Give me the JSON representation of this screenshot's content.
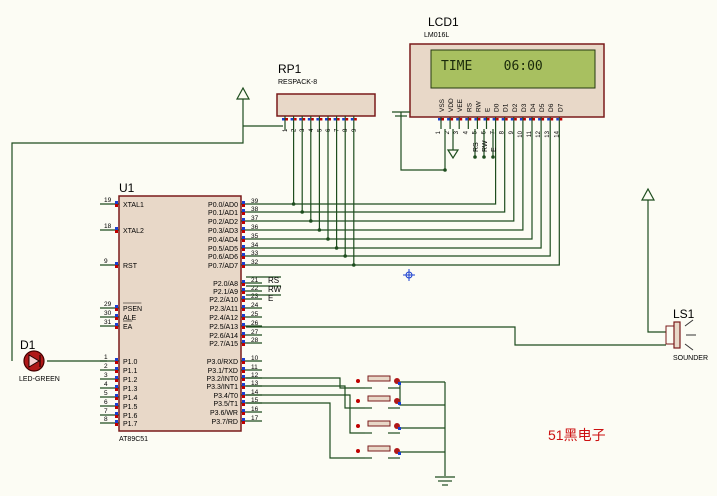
{
  "lcd": {
    "ref": "LCD1",
    "part": "LM016L",
    "display_text": "TIME    06:00",
    "pin_names": [
      "VSS",
      "VDD",
      "VEE",
      "RS",
      "RW",
      "E",
      "D0",
      "D1",
      "D2",
      "D3",
      "D4",
      "D5",
      "D6",
      "D7"
    ],
    "pin_numbers": [
      "1",
      "2",
      "3",
      "4",
      "5",
      "6",
      "7",
      "8",
      "9",
      "10",
      "11",
      "12",
      "13",
      "14"
    ],
    "bus_labels": [
      "RS",
      "RW",
      "E"
    ]
  },
  "rp": {
    "ref": "RP1",
    "part": "RESPACK-8",
    "pin_numbers": [
      "1",
      "2",
      "3",
      "4",
      "5",
      "6",
      "7",
      "8",
      "9"
    ]
  },
  "mcu": {
    "ref": "U1",
    "part": "AT89C51",
    "left_pins": [
      {
        "num": "19",
        "name": "XTAL1"
      },
      {
        "num": "18",
        "name": "XTAL2"
      },
      {
        "num": "9",
        "name": "RST"
      },
      {
        "num": "29",
        "name": "PSEN"
      },
      {
        "num": "30",
        "name": "ALE"
      },
      {
        "num": "31",
        "name": "EA"
      },
      {
        "num": "1",
        "name": "P1.0"
      },
      {
        "num": "2",
        "name": "P1.1"
      },
      {
        "num": "3",
        "name": "P1.2"
      },
      {
        "num": "4",
        "name": "P1.3"
      },
      {
        "num": "5",
        "name": "P1.4"
      },
      {
        "num": "6",
        "name": "P1.5"
      },
      {
        "num": "7",
        "name": "P1.6"
      },
      {
        "num": "8",
        "name": "P1.7"
      }
    ],
    "right_pins": [
      {
        "num": "39",
        "name": "P0.0/AD0"
      },
      {
        "num": "38",
        "name": "P0.1/AD1"
      },
      {
        "num": "37",
        "name": "P0.2/AD2"
      },
      {
        "num": "36",
        "name": "P0.3/AD3"
      },
      {
        "num": "35",
        "name": "P0.4/AD4"
      },
      {
        "num": "34",
        "name": "P0.5/AD5"
      },
      {
        "num": "33",
        "name": "P0.6/AD6"
      },
      {
        "num": "32",
        "name": "P0.7/AD7"
      },
      {
        "num": "21",
        "name": "P2.0/A8"
      },
      {
        "num": "22",
        "name": "P2.1/A9"
      },
      {
        "num": "23",
        "name": "P2.2/A10"
      },
      {
        "num": "24",
        "name": "P2.3/A11"
      },
      {
        "num": "25",
        "name": "P2.4/A12"
      },
      {
        "num": "26",
        "name": "P2.5/A13"
      },
      {
        "num": "27",
        "name": "P2.6/A14"
      },
      {
        "num": "28",
        "name": "P2.7/A15"
      },
      {
        "num": "10",
        "name": "P3.0/RXD"
      },
      {
        "num": "11",
        "name": "P3.1/TXD"
      },
      {
        "num": "12",
        "name": "P3.2/INT0"
      },
      {
        "num": "13",
        "name": "P3.3/INT1"
      },
      {
        "num": "14",
        "name": "P3.4/T0"
      },
      {
        "num": "15",
        "name": "P3.5/T1"
      },
      {
        "num": "16",
        "name": "P3.6/WR"
      },
      {
        "num": "17",
        "name": "P3.7/RD"
      }
    ],
    "p2_net_labels": [
      "RS",
      "RW",
      "E"
    ]
  },
  "led": {
    "ref": "D1",
    "part": "LED-GREEN"
  },
  "sounder": {
    "ref": "LS1",
    "part": "SOUNDER"
  },
  "watermark": "51黑电子",
  "colors": {
    "background": "#fcfcf4",
    "wire": "#1e4d1e",
    "body_outline": "#7a1a1a",
    "body_fill": "#e8d8c8",
    "lcd_screen": "#a8c060",
    "lcd_text": "#1a2a0a",
    "pin_red": "#c00000",
    "pin_blue": "#1a3fd0",
    "watermark": "#cc1111",
    "label": "#000000"
  }
}
